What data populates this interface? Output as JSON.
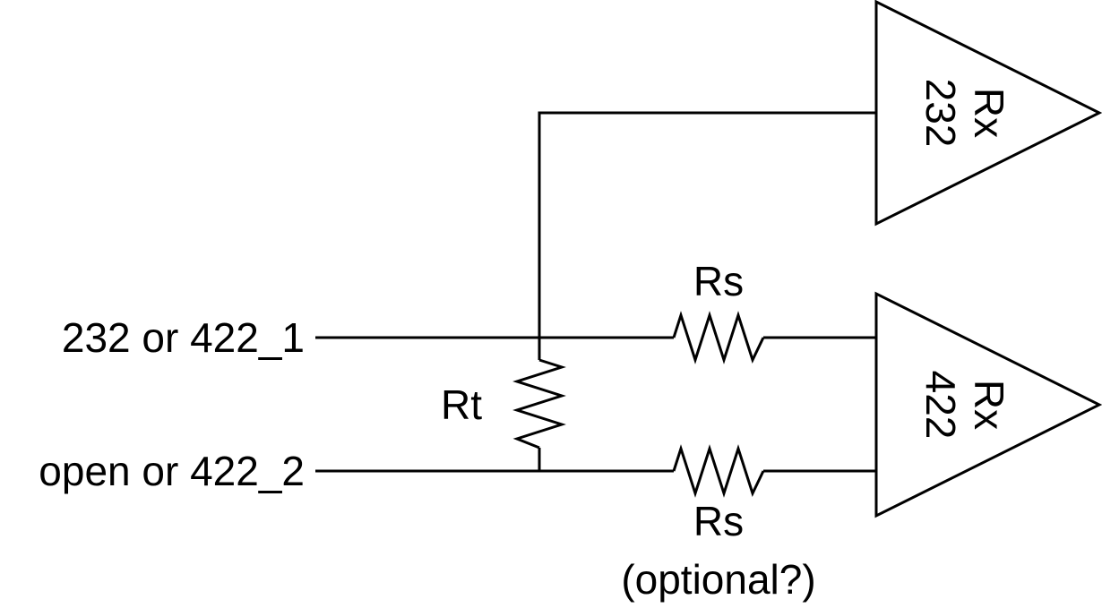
{
  "inputs": {
    "line1": "232 or 422_1",
    "line2": "open or 422_2"
  },
  "termination_resistor": {
    "label": "Rt"
  },
  "series_resistor_top": {
    "label": "Rs"
  },
  "series_resistor_bottom": {
    "label": "Rs",
    "note": "(optional?)"
  },
  "receiver_232": {
    "title": "Rx",
    "subtitle": "232"
  },
  "receiver_422": {
    "title": "Rx",
    "subtitle": "422"
  },
  "colors": {
    "stroke": "#000000",
    "background": "#ffffff"
  }
}
